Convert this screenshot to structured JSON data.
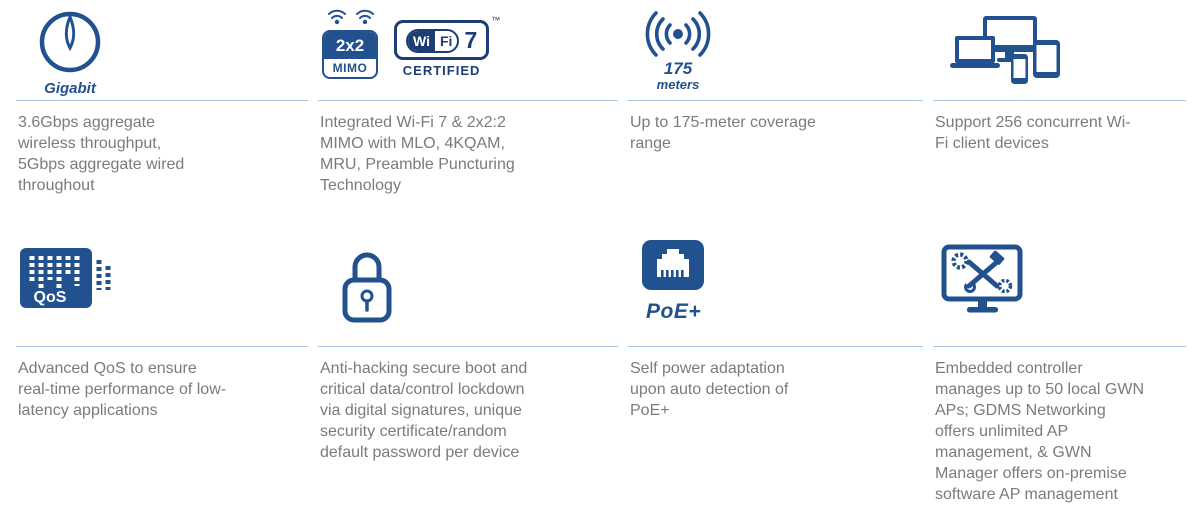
{
  "colors": {
    "accent": "#21518e",
    "navy": "#1c3e74",
    "text": "#7a7b7e",
    "divider": "#a9c6e1"
  },
  "features": [
    {
      "name": "gigabit-throughput",
      "label": "Gigabit",
      "text": "3.6Gbps aggregate wireless throughput, 5Gbps aggregate wired throughout"
    },
    {
      "name": "wifi7-mimo",
      "mimo_line1": "2x2",
      "mimo_line2": "MIMO",
      "wifi_wi": "Wi",
      "wifi_fi": "Fi",
      "wifi_version": "7",
      "wifi_tm": "™",
      "wifi_certified": "CERTIFIED",
      "text": "Integrated Wi-Fi 7 & 2x2:2 MIMO with MLO, 4KQAM, MRU, Preamble Puncturing Technology"
    },
    {
      "name": "coverage-range",
      "label_value": "175",
      "label_unit": "meters",
      "text": "Up to 175-meter coverage range"
    },
    {
      "name": "client-capacity",
      "text": "Support 256 concurrent Wi-Fi client devices"
    },
    {
      "name": "qos",
      "label": "QoS",
      "text": "Advanced QoS to ensure real-time performance of low-latency applications"
    },
    {
      "name": "security",
      "text": "Anti-hacking secure boot and critical data/control lockdown via digital signatures, unique security certificate/random default password per device"
    },
    {
      "name": "poe",
      "label": "PoE+",
      "text": "Self power adaptation upon auto detection of PoE+"
    },
    {
      "name": "management",
      "text": "Embedded controller manages up to 50 local GWN APs; GDMS Networking offers unlimited AP management, & GWN Manager offers on-premise software AP management"
    }
  ]
}
